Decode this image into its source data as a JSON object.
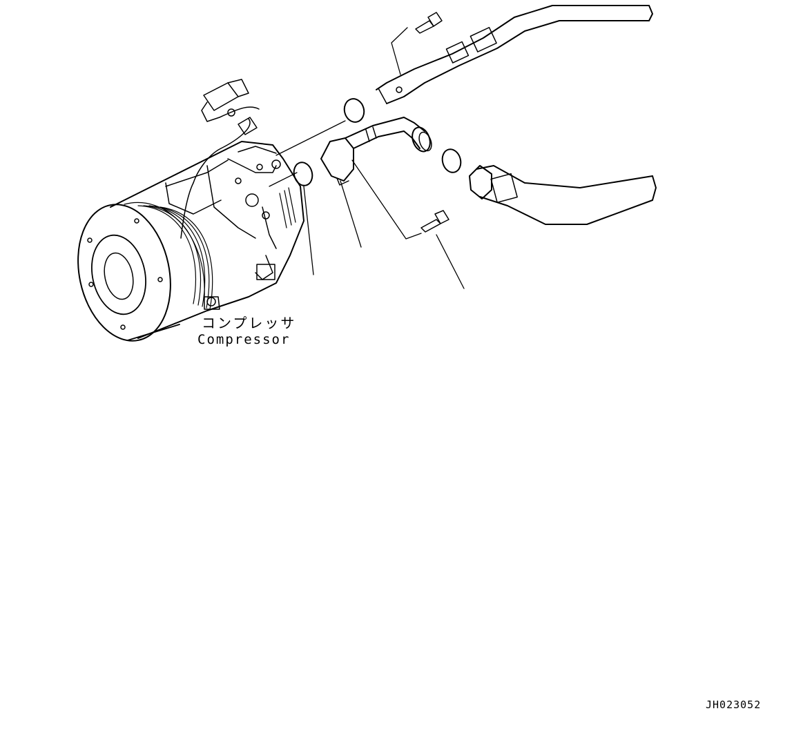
{
  "labels": {
    "compressor_jp": "コンプレッサ",
    "compressor_en": "Compressor"
  },
  "drawing_code": "JH023052",
  "colors": {
    "line": "#000000",
    "background": "#ffffff"
  }
}
